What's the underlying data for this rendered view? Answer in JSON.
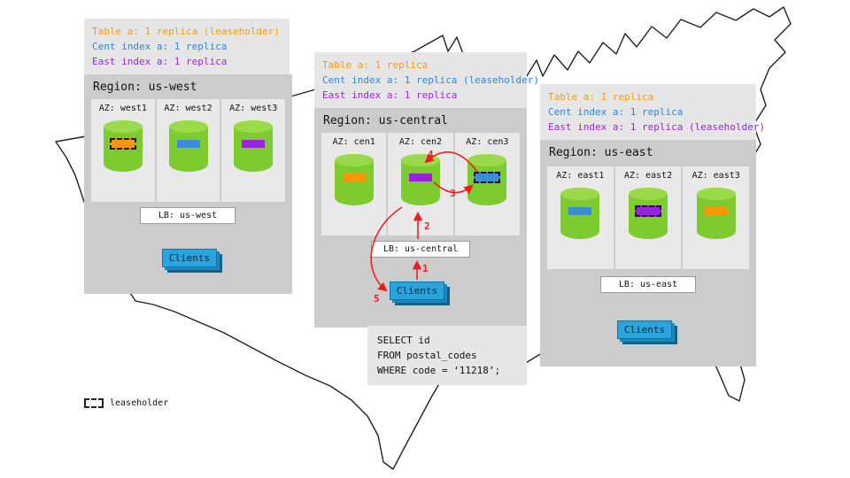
{
  "colors": {
    "table_orange": "#ff9800",
    "cent_index_blue": "#2d85d4",
    "east_index_purple": "#9a22dc",
    "arrow_red": "#ed1c24",
    "node_green": "#7ecb2f",
    "clients_blue": "#2ba3dc"
  },
  "regions": [
    {
      "name": "us-west",
      "annotation": [
        {
          "text": "Table a: 1 replica (leaseholder)",
          "color": "#ff9800"
        },
        {
          "text": "Cent index a: 1 replica",
          "color": "#2d85d4"
        },
        {
          "text": "East index a: 1 replica",
          "color": "#9a22dc"
        }
      ],
      "title": "Region: us-west",
      "azs": [
        {
          "label": "AZ: west1",
          "replica": "orange",
          "leaseholder": true
        },
        {
          "label": "AZ: west2",
          "replica": "blue",
          "leaseholder": false
        },
        {
          "label": "AZ: west3",
          "replica": "purple",
          "leaseholder": false
        }
      ],
      "lb_label": "LB: us-west",
      "clients_label": "Clients"
    },
    {
      "name": "us-central",
      "annotation": [
        {
          "text": "Table a: 1 replica",
          "color": "#ff9800"
        },
        {
          "text": "Cent index a: 1 replica (leaseholder)",
          "color": "#2d85d4"
        },
        {
          "text": "East index a: 1 replica",
          "color": "#9a22dc"
        }
      ],
      "title": "Region: us-central",
      "azs": [
        {
          "label": "AZ: cen1",
          "replica": "orange",
          "leaseholder": false
        },
        {
          "label": "AZ: cen2",
          "replica": "purple",
          "leaseholder": false
        },
        {
          "label": "AZ: cen3",
          "replica": "blue",
          "leaseholder": true
        }
      ],
      "lb_label": "LB: us-central",
      "clients_label": "Clients"
    },
    {
      "name": "us-east",
      "annotation": [
        {
          "text": "Table a: 1 replica",
          "color": "#ff9800"
        },
        {
          "text": "Cent index a: 1 replica",
          "color": "#2d85d4"
        },
        {
          "text": "East index a: 1 replica (leaseholder)",
          "color": "#9a22dc"
        }
      ],
      "title": "Region: us-east",
      "azs": [
        {
          "label": "AZ: east1",
          "replica": "blue",
          "leaseholder": false
        },
        {
          "label": "AZ: east2",
          "replica": "purple",
          "leaseholder": true
        },
        {
          "label": "AZ: east3",
          "replica": "orange",
          "leaseholder": false
        }
      ],
      "lb_label": "LB: us-east",
      "clients_label": "Clients"
    }
  ],
  "flow_steps": [
    "1",
    "2",
    "3",
    "4",
    "5"
  ],
  "query": {
    "lines": [
      "SELECT id",
      "FROM postal_codes",
      "WHERE code = ‘11218’;"
    ]
  },
  "map_legend": {
    "label": "leaseholder"
  }
}
